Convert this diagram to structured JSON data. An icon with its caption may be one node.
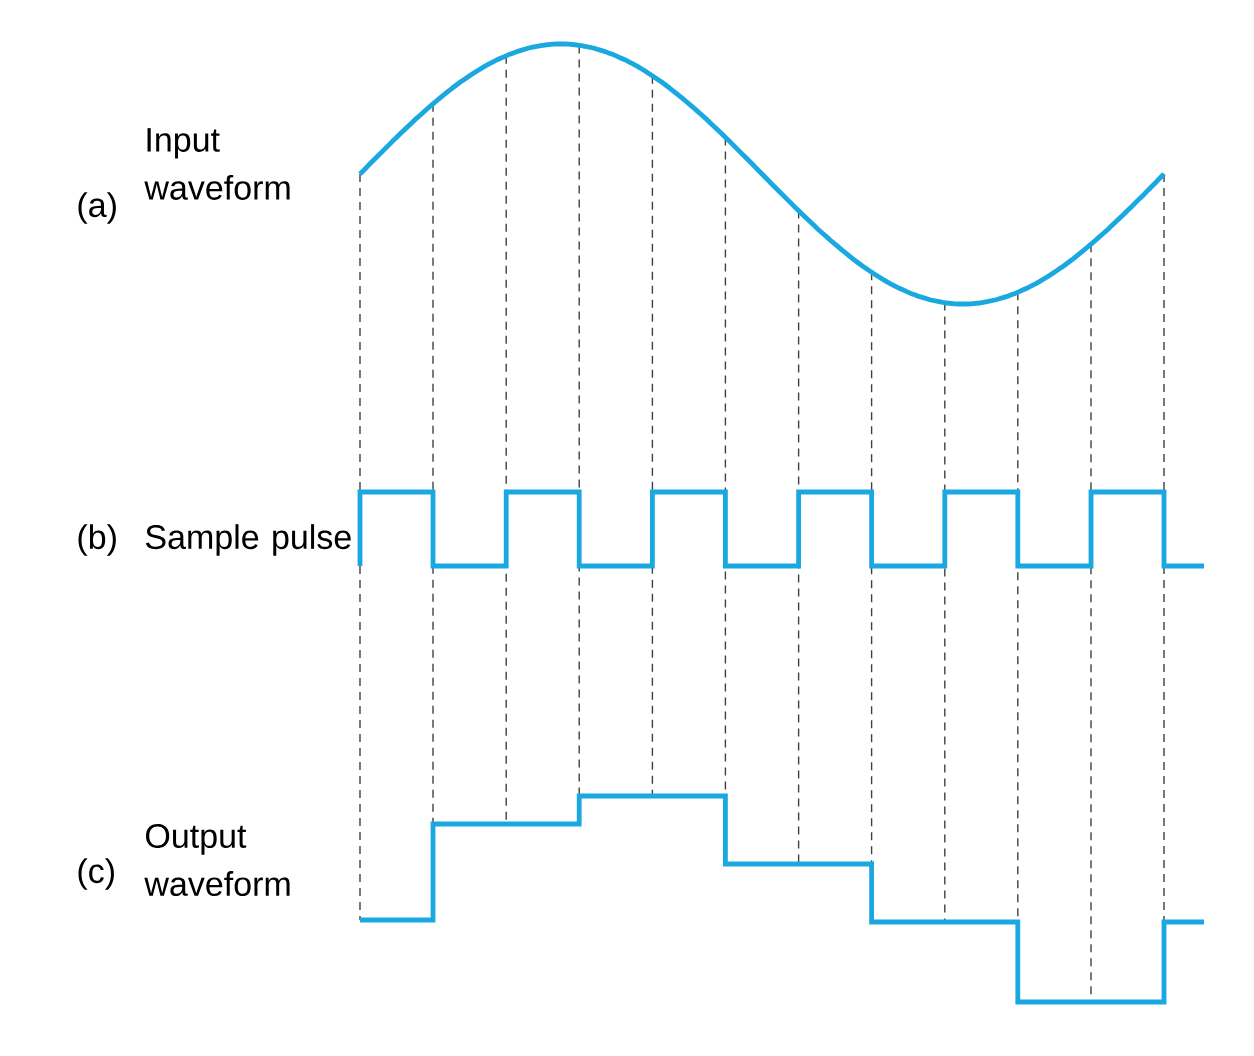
{
  "diagram": {
    "labels": [
      "(a)",
      "Input waveform",
      "(b)",
      "Sample pulse",
      "(c)",
      "Output waveform"
    ]
  }
}
